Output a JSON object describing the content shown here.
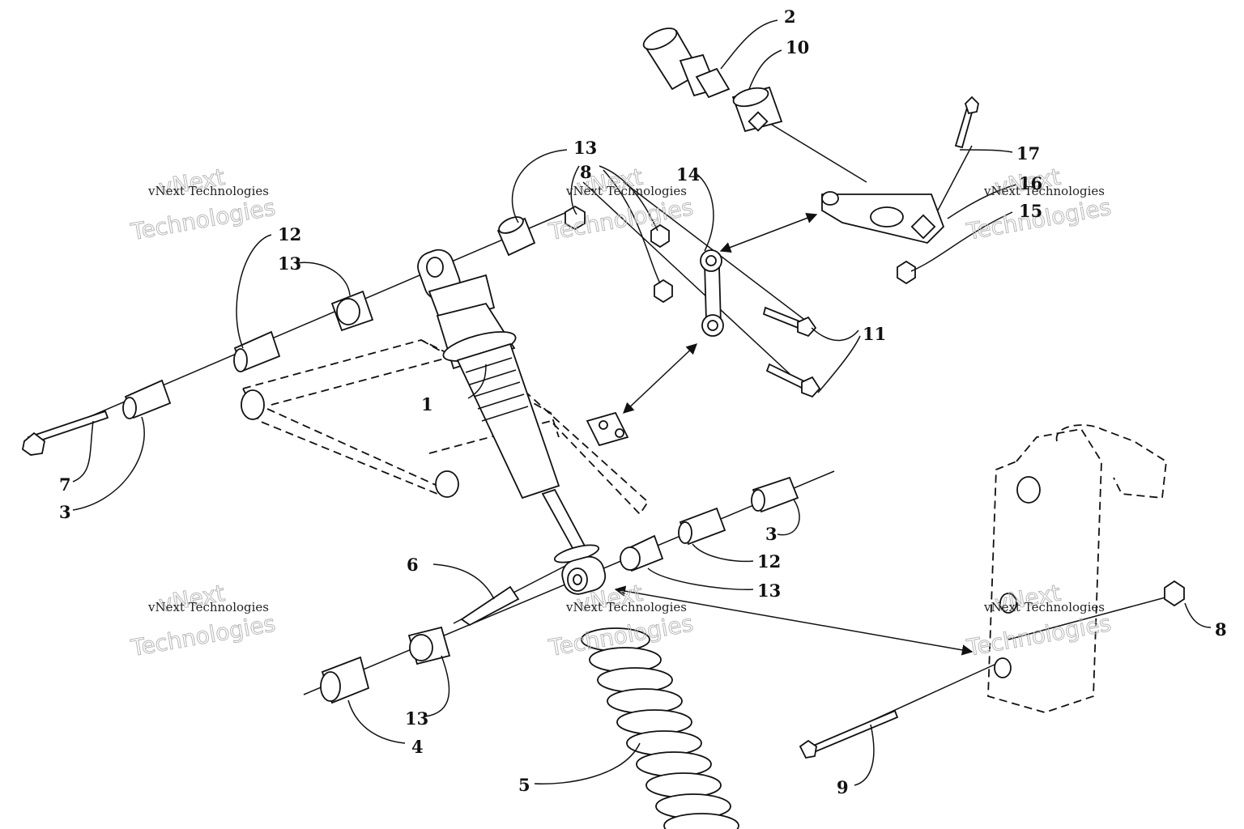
{
  "labels": {
    "l1": "1",
    "l2": "2",
    "l3a": "3",
    "l3b": "3",
    "l4": "4",
    "l5": "5",
    "l6": "6",
    "l7": "7",
    "l8a": "8",
    "l8b": "8",
    "l9": "9",
    "l10": "10",
    "l11": "11",
    "l12a": "12",
    "l12b": "12",
    "l13a": "13",
    "l13b": "13",
    "l13c": "13",
    "l13d": "13",
    "l14": "14",
    "l15": "15",
    "l16": "16",
    "l17": "17"
  },
  "watermark": {
    "line1": "vNext Technologies",
    "large_top": "vNext",
    "large_bottom": "Technologies"
  }
}
